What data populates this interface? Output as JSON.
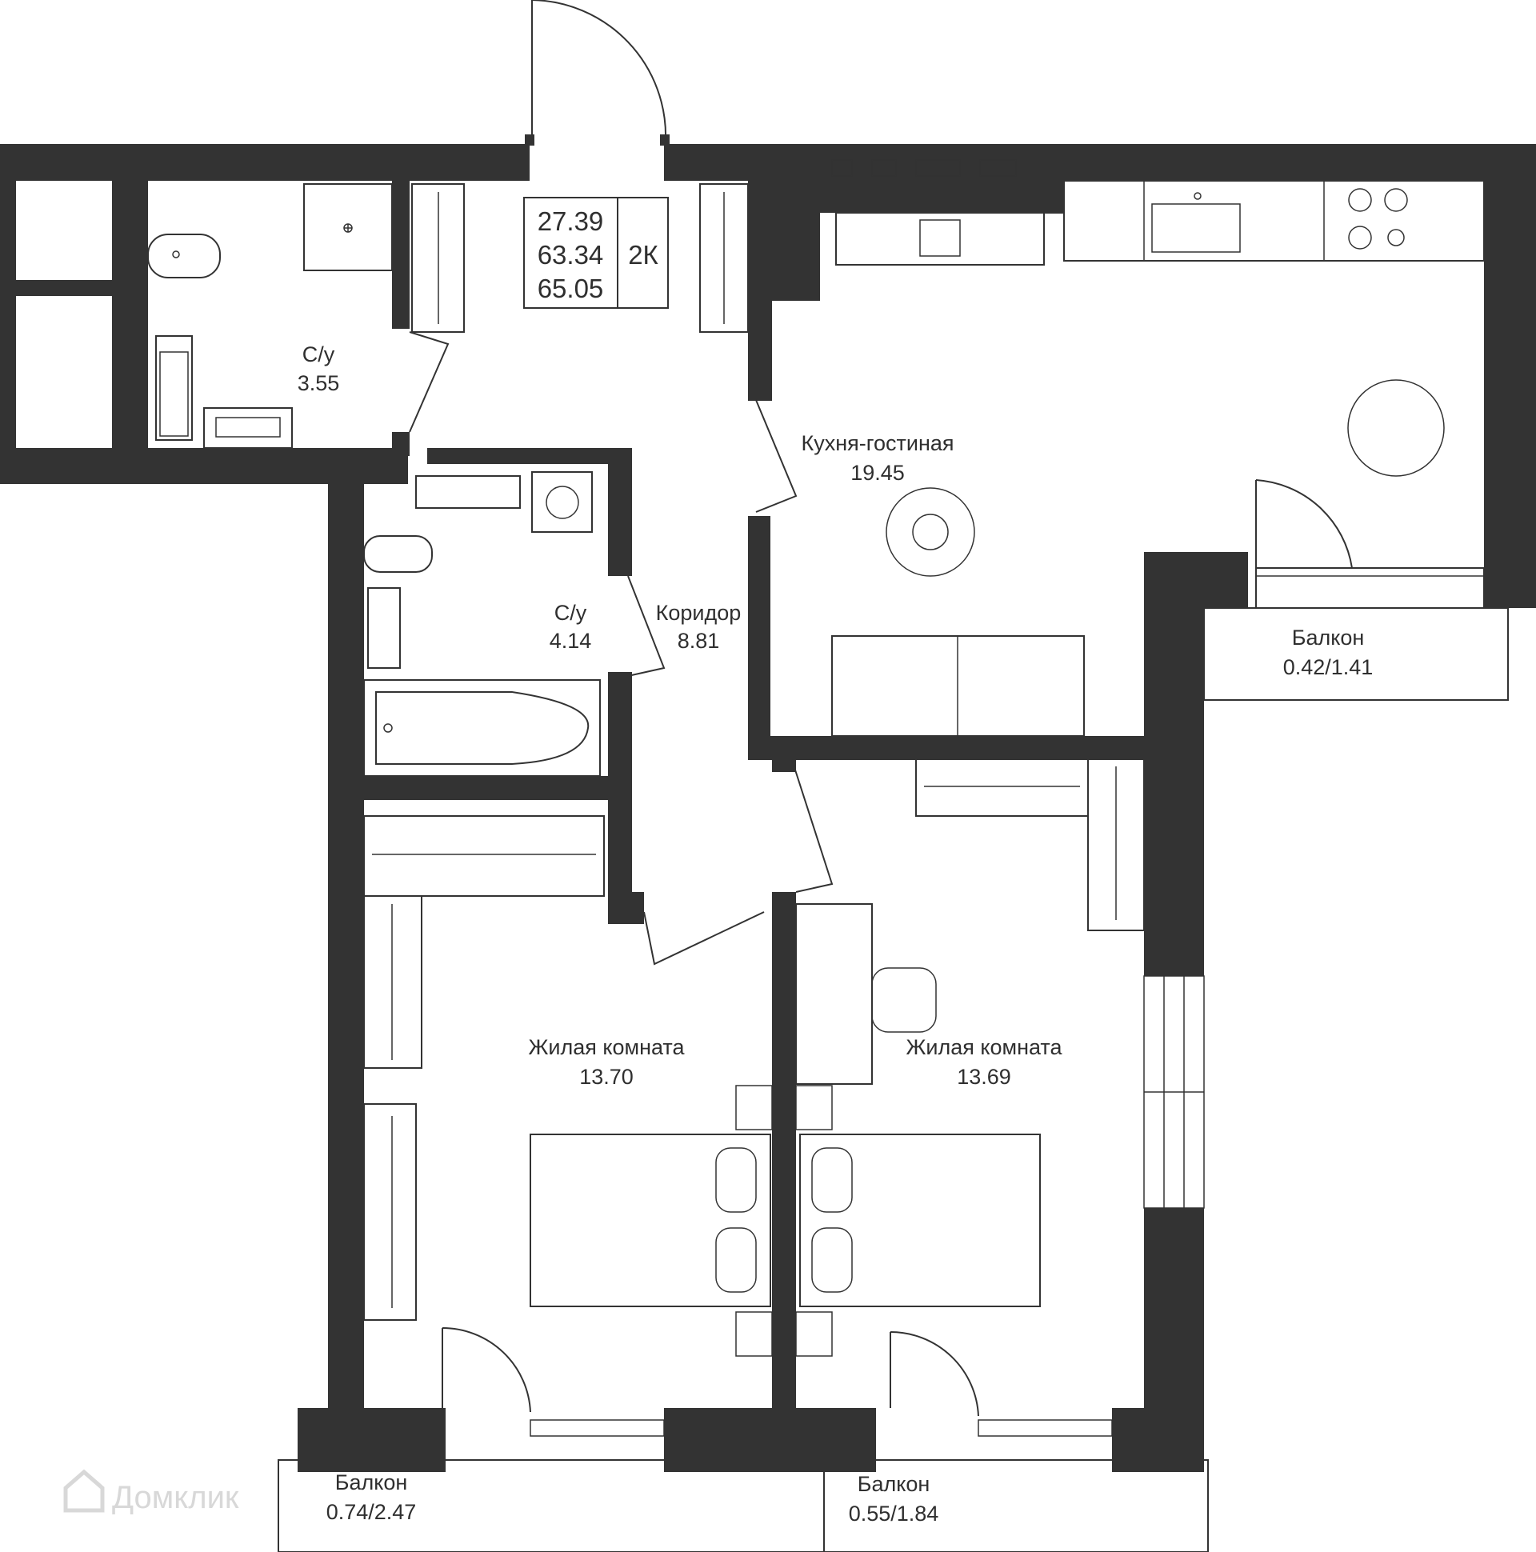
{
  "summary": {
    "living_area": "27.39",
    "total_area": "63.34",
    "total_area_with_balconies": "65.05",
    "room_type": "2К"
  },
  "rooms": [
    {
      "name": "С/у",
      "area": "3.55"
    },
    {
      "name": "Кухня-гостиная",
      "area": "19.45"
    },
    {
      "name": "С/у",
      "area": "4.14"
    },
    {
      "name": "Коридор",
      "area": "8.81"
    },
    {
      "name": "Балкон",
      "area": "0.42/1.41"
    },
    {
      "name": "Жилая комната",
      "area": "13.70"
    },
    {
      "name": "Жилая комната",
      "area": "13.69"
    },
    {
      "name": "Балкон",
      "area": "0.74/2.47"
    },
    {
      "name": "Балкон",
      "area": "0.55/1.84"
    }
  ],
  "watermark": "Домклик",
  "colors": {
    "wall": "#333333",
    "background": "#ffffff",
    "text": "#2f2f2f"
  }
}
